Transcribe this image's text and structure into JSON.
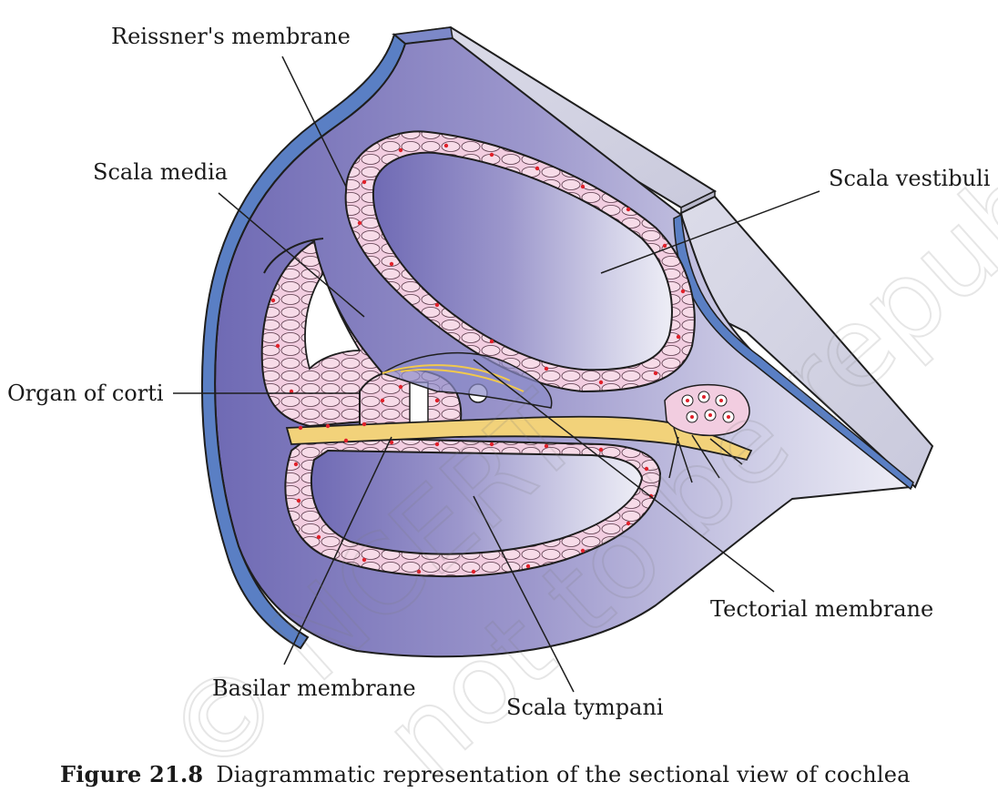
{
  "labels": {
    "reissners_membrane": "Reissner's membrane",
    "scala_media": "Scala media",
    "scala_vestibuli": "Scala vestibuli",
    "organ_of_corti": "Organ of corti",
    "tectorial_membrane": "Tectorial membrane",
    "basilar_membrane": "Basilar membrane",
    "scala_tympani": "Scala tympani"
  },
  "caption": {
    "figure_number": "Figure 21.8",
    "text": "Diagrammatic representation of the sectional view of cochlea"
  },
  "watermark": {
    "text_1": "© NCERT",
    "text_2": "not to be republished"
  },
  "colors": {
    "outer_wall": "#5a7fc4",
    "fill_dark": "#7b74b8",
    "fill_light": "#e6e6f2",
    "cells": "#f0c8dc",
    "nuclei": "#e0202a",
    "nerve": "#f2d27a"
  }
}
